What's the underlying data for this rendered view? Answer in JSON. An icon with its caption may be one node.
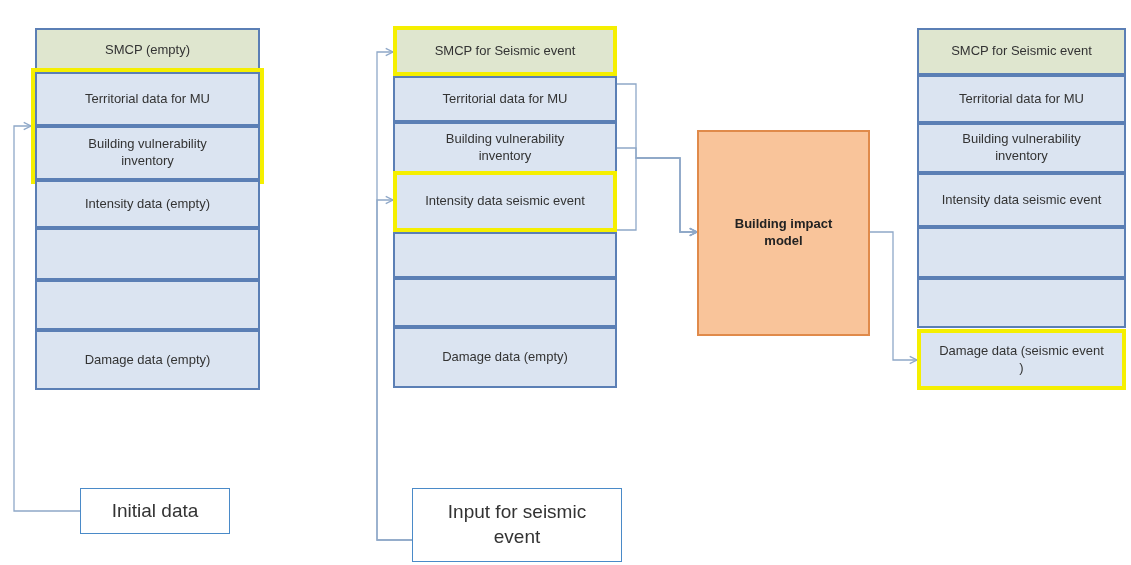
{
  "diagram": {
    "nodes": [
      {
        "text": [
          "SMCP (empty)"
        ]
      },
      {
        "text": [],
        "shape": "box"
      },
      {
        "text": [
          "Territorial data for MU"
        ],
        "in": 1
      },
      {
        "text": [
          "Building vulnerability inventory"
        ],
        "in": 1
      },
      {
        "text": [
          "Intensity data (empty)"
        ]
      },
      {
        "text": [],
        "shape": "box"
      },
      {
        "text": [],
        "shape": "box"
      },
      {
        "text": [
          "Damage data (empty)"
        ]
      },
      {
        "text": [
          "SMCP for Seismic event"
        ]
      },
      {
        "text": [
          "Territorial data for MU"
        ]
      },
      {
        "text": [
          "Building vulnerability inventory"
        ]
      },
      {
        "text": [
          "Intensity data  seismic event"
        ]
      },
      {
        "text": [],
        "shape": "box"
      },
      {
        "text": [],
        "shape": "box"
      },
      {
        "text": [
          "Damage data (empty)"
        ]
      },
      {
        "text": [
          "Building impact model"
        ]
      },
      {
        "text": [
          "SMCP for Seismic event"
        ]
      },
      {
        "text": [
          "Territorial data for MU"
        ]
      },
      {
        "text": [
          "Building vulnerability inventory"
        ]
      },
      {
        "text": [
          "Intensity data  seismic event"
        ]
      },
      {
        "text": [],
        "shape": "box"
      },
      {
        "text": [],
        "shape": "box"
      },
      {
        "text": [
          "Damage data (seismic event )"
        ]
      },
      {
        "text": [
          "Initial data"
        ]
      },
      {
        "text": [
          "Input for seismic event"
        ]
      }
    ],
    "edges": [
      {
        "from": 23,
        "to": 1,
        "arrow": "to"
      },
      {
        "from": 24,
        "to": 8,
        "arrow": "to"
      },
      {
        "from": 24,
        "to": 11,
        "arrow": "to"
      },
      {
        "from": 9,
        "to": 15,
        "arrow": "to"
      },
      {
        "from": 10,
        "to": 15,
        "arrow": "to"
      },
      {
        "from": 11,
        "to": 15,
        "arrow": "to"
      },
      {
        "from": 15,
        "to": 22,
        "arrow": "to"
      }
    ]
  }
}
